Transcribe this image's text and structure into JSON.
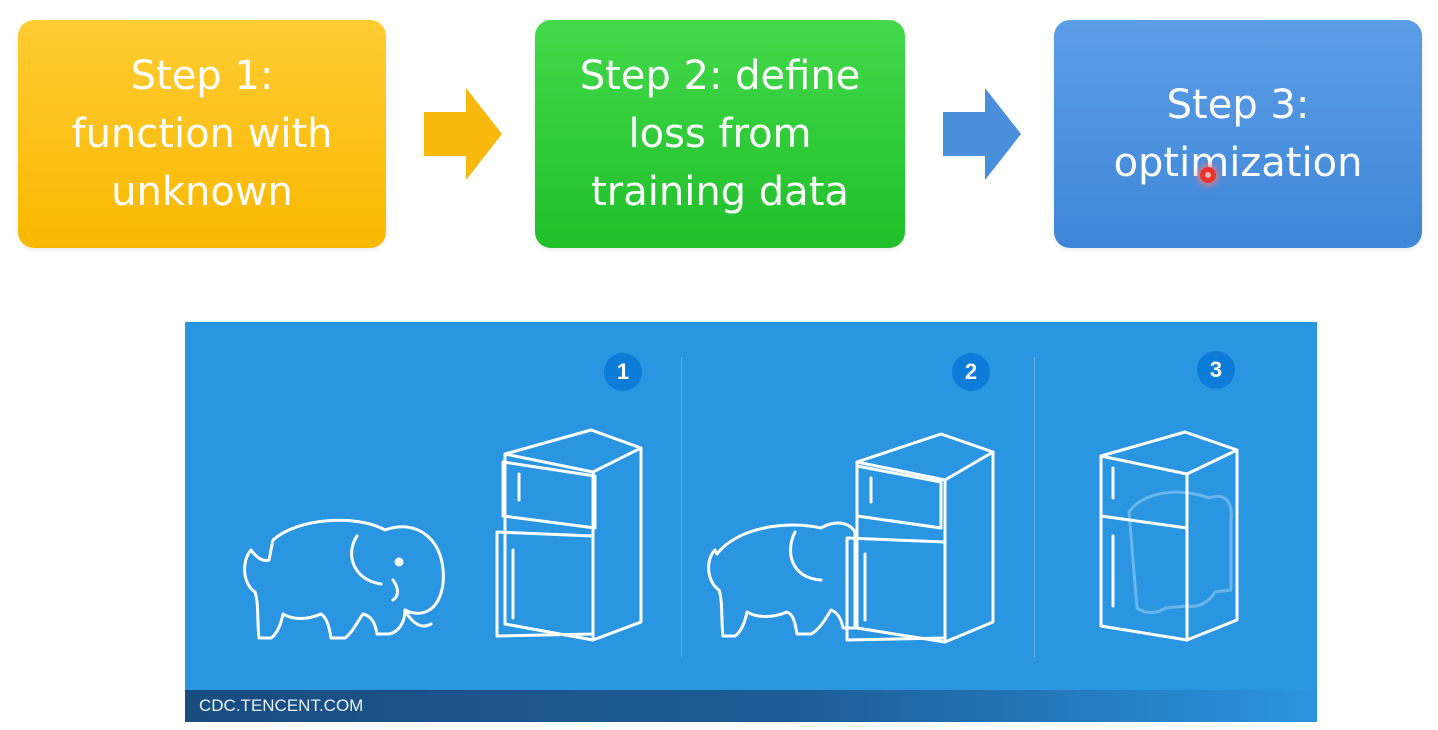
{
  "steps": [
    {
      "label": "Step 1:\nfunction with\nunknown",
      "color": "#fcc318"
    },
    {
      "label": "Step 2: define\nloss from\ntraining data",
      "color": "#2fcb36"
    },
    {
      "label": "Step 3:\noptimization",
      "color": "#4a91dd"
    }
  ],
  "arrows": [
    {
      "icon": "arrow-right-icon",
      "color": "#f9b80e"
    },
    {
      "icon": "arrow-right-icon",
      "color": "#4a8fdb"
    }
  ],
  "illustration": {
    "background": "#2a95e0",
    "badges": [
      "1",
      "2",
      "3"
    ],
    "footer": "CDC.TENCENT.COM"
  }
}
